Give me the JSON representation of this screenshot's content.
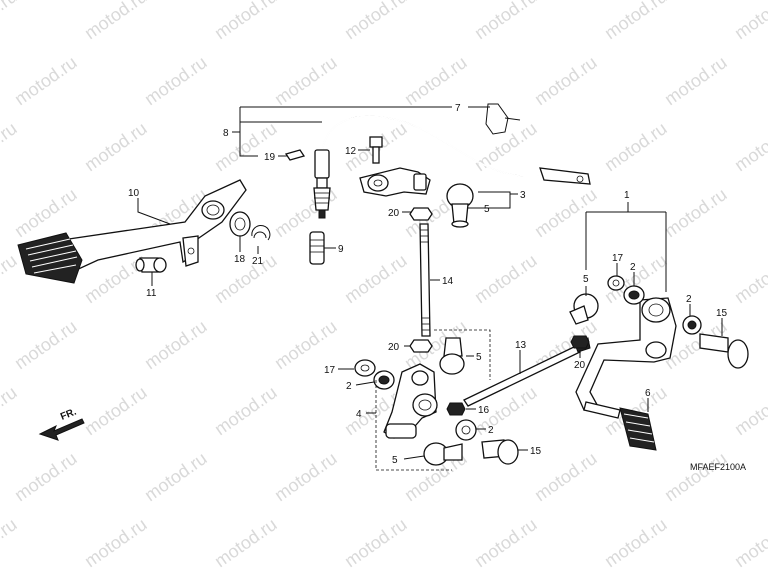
{
  "diagram": {
    "watermark": "motod.ru",
    "code": "MFAEF2100A",
    "direction_label": "FR.",
    "callouts": [
      "1",
      "2",
      "2",
      "2",
      "2",
      "3",
      "4",
      "5",
      "5",
      "5",
      "5",
      "6",
      "7",
      "8",
      "9",
      "10",
      "11",
      "12",
      "13",
      "14",
      "15",
      "15",
      "16",
      "17",
      "17",
      "18",
      "19",
      "20",
      "20",
      "20",
      "20",
      "21"
    ]
  }
}
